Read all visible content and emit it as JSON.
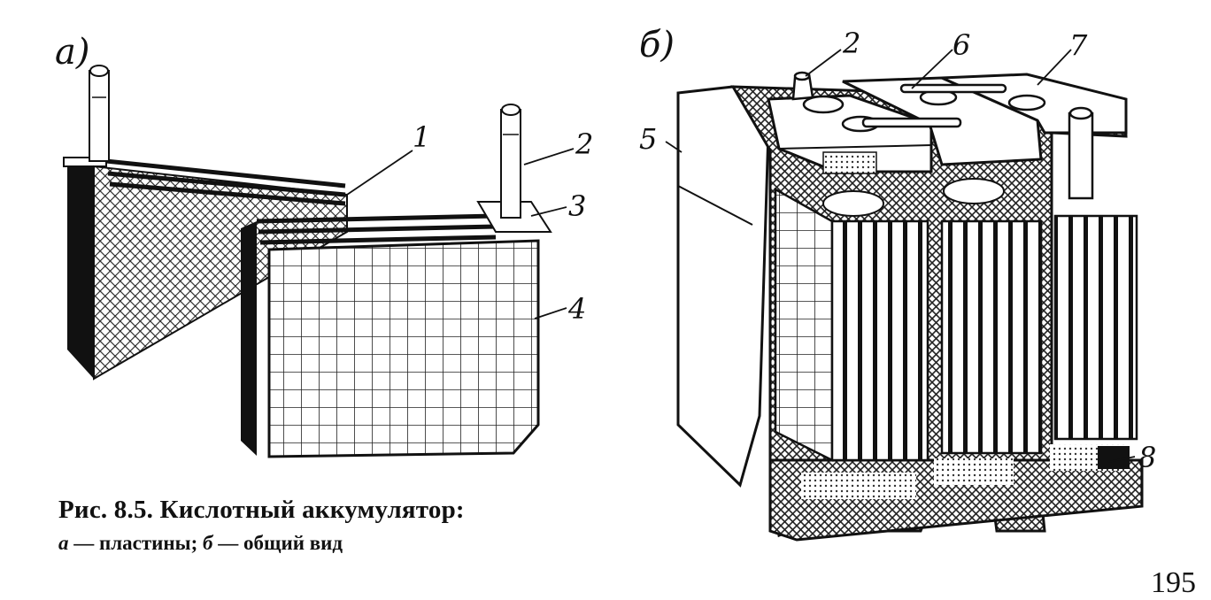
{
  "figure": {
    "panel_a_label": "a)",
    "panel_b_label": "б)",
    "callouts_a": [
      "1",
      "2",
      "3",
      "4"
    ],
    "callouts_b": [
      "2",
      "6",
      "7",
      "5",
      "8"
    ]
  },
  "caption": {
    "title": "Рис. 8.5. Кислотный аккумулятор:",
    "item_a_letter": "a",
    "item_a_text": " — пластины; ",
    "item_b_letter": "б",
    "item_b_text": " — общий вид"
  },
  "page_number": "195"
}
